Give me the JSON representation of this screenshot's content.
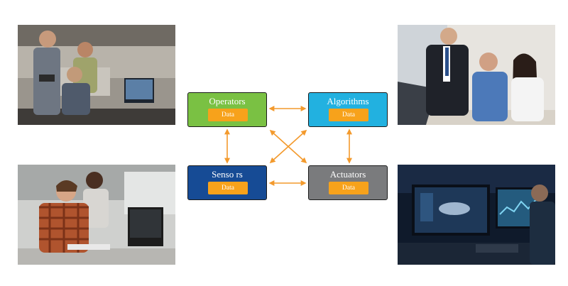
{
  "nodes": {
    "operators": {
      "label": "Operators",
      "data_label": "Data",
      "color": "#7ac143"
    },
    "algorithms": {
      "label": "Algorithms",
      "data_label": "Data",
      "color": "#22b1e0"
    },
    "sensors": {
      "label": "Senso rs",
      "data_label": "Data",
      "color": "#164b95"
    },
    "actuators": {
      "label": "Actuators",
      "data_label": "Data",
      "color": "#7a7b7d"
    }
  },
  "connections": [
    {
      "from": "operators",
      "to": "algorithms"
    },
    {
      "from": "operators",
      "to": "sensors"
    },
    {
      "from": "operators",
      "to": "actuators"
    },
    {
      "from": "algorithms",
      "to": "sensors"
    },
    {
      "from": "algorithms",
      "to": "actuators"
    },
    {
      "from": "sensors",
      "to": "actuators"
    }
  ],
  "colors": {
    "arrow": "#f39a2d",
    "data_chip": "#f7a21b"
  }
}
